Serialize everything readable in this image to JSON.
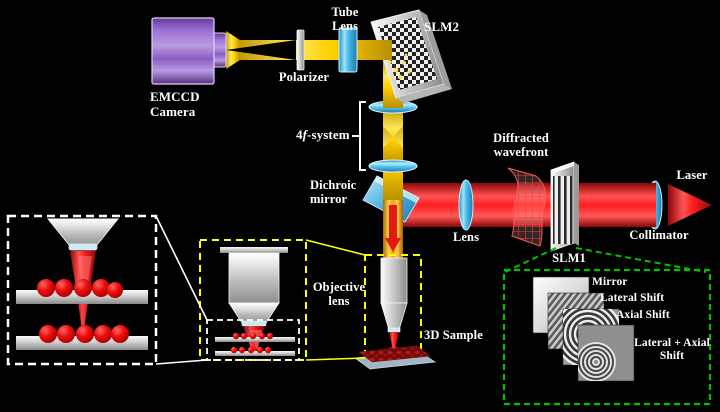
{
  "figure": {
    "title": "Holographic light-sheet / SLM microscope optical layout",
    "background": "#000000"
  },
  "labels": {
    "emccd_camera": "EMCCD\nCamera",
    "polarizer": "Polarizer",
    "tube_lens": "Tube\nLens",
    "slm2": "SLM2",
    "fourf_system": "4f-system",
    "fourf_prefix": "4",
    "fourf_italic": "f",
    "fourf_suffix": "-system",
    "dichroic_mirror": "Dichroic\nmirror",
    "diffracted_wavefront": "Diffracted\nwavefront",
    "lens": "Lens",
    "slm1": "SLM1",
    "collimator": "Collimator",
    "laser": "Laser",
    "objective_lens": "Objective\nlens",
    "sample_3d": "3D Sample"
  },
  "inset_holograms": {
    "items": [
      {
        "label": "Mirror",
        "pattern": "blank-gradient"
      },
      {
        "label": "Lateral Shift",
        "pattern": "diagonal-stripes"
      },
      {
        "label": "Axial Shift",
        "pattern": "concentric-rings-centered"
      },
      {
        "label": "Lateral + Axial\nShift",
        "pattern": "concentric-rings-offset"
      }
    ],
    "border_color": "#00c000",
    "border_style": "dashed"
  },
  "insets": {
    "zoom_sample_box": {
      "border_color": "#ffffff",
      "border_style": "dashed"
    },
    "objective_box": {
      "border_color": "#ffff00",
      "border_style": "dashed"
    },
    "objective_inner_box": {
      "border_color": "#ffffff",
      "border_style": "dashed"
    }
  },
  "colors": {
    "emission_beam": "#ffd000",
    "excitation_beam": "#ff1a1a",
    "camera_body": "#8d5fc6",
    "lens_glass": "#3fb7e8",
    "dichroic": "#8fd8f5",
    "slm_body": "#e8e8e8",
    "sample_beads": "#ee0000",
    "inset_green": "#00c000",
    "inset_yellow": "#ffff00",
    "inset_white": "#ffffff",
    "label_text": "#ffffff"
  },
  "beam_paths": {
    "emission": "SLM2 -> 4f-system -> Dichroic mirror -> Tube Lens -> Polarizer -> EMCCD Camera",
    "excitation": "Laser -> Collimator -> SLM1 -> Diffracted wavefront -> Lens -> Dichroic mirror -> Objective lens -> 3D Sample"
  }
}
